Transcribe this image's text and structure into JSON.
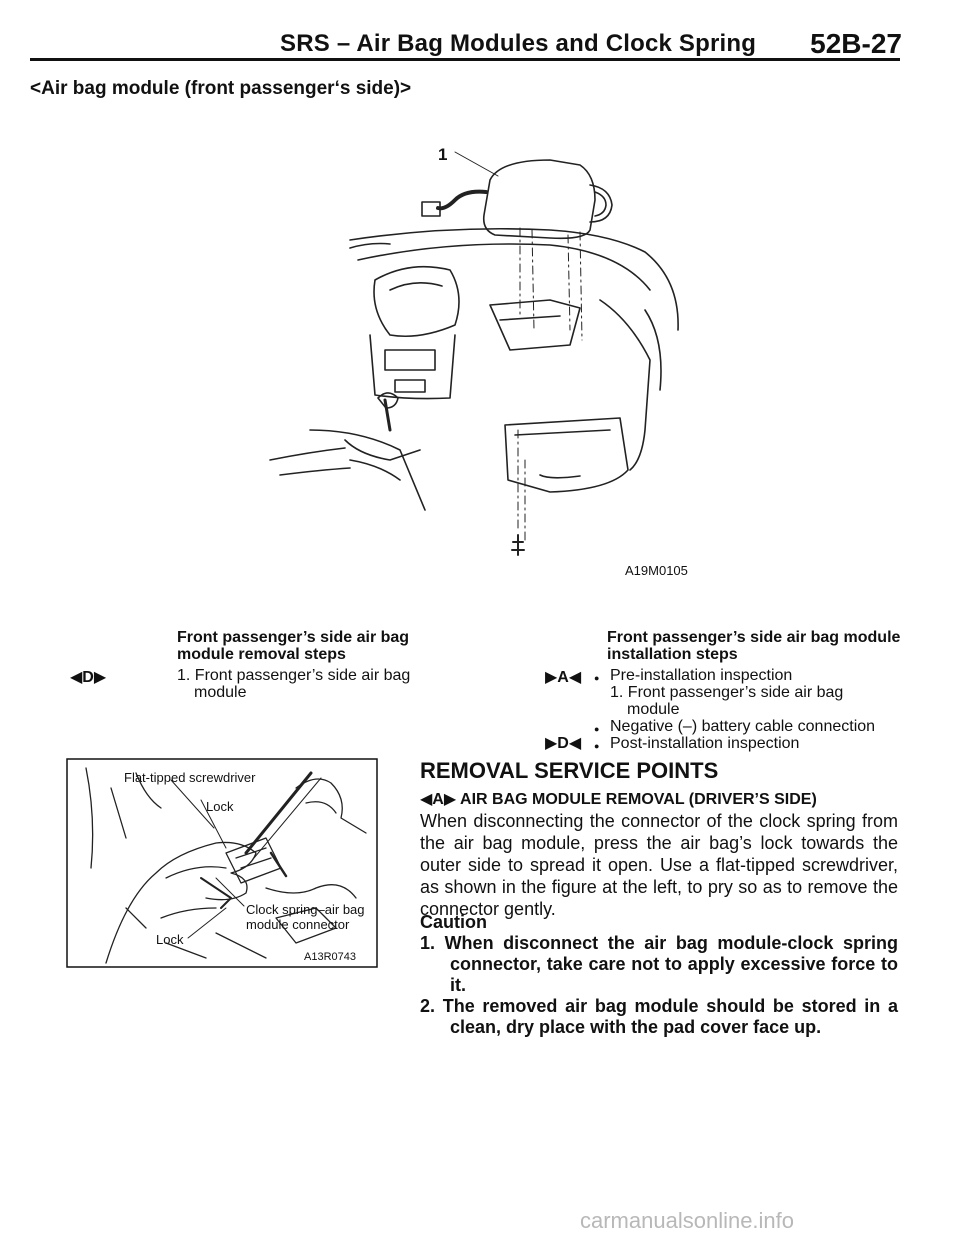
{
  "header": {
    "title": "SRS – Air Bag Modules and Clock Spring",
    "page_number": "52B-27"
  },
  "section_heading": "<Air bag module (front passenger‘s side)>",
  "figure1": {
    "callout": "1",
    "code": "A19M0105"
  },
  "removal": {
    "title": "Front passenger’s side air bag module removal steps",
    "marker": "◀D▶",
    "item_line1": "1. Front passenger’s side air bag",
    "item_line2": "module"
  },
  "installation": {
    "title": "Front passenger’s side air bag module installation steps",
    "marker_a": "▶A◀",
    "marker_d": "▶D◀",
    "items": [
      "Pre-installation inspection",
      "1. Front passenger’s side air bag",
      "module",
      "Negative (–) battery cable connection",
      "Post-installation inspection"
    ]
  },
  "figure2": {
    "label_screwdriver": "Flat-tipped screwdriver",
    "label_lock_top": "Lock",
    "label_connector_line1": "Clock spring–air bag",
    "label_connector_line2": "module connector",
    "label_lock_bottom": "Lock",
    "code": "A13R0743"
  },
  "service": {
    "heading": "REMOVAL SERVICE POINTS",
    "subheading": "◀A▶ AIR BAG MODULE REMOVAL (DRIVER’S SIDE)",
    "paragraph": "When disconnecting the connector of the clock spring from the air bag module, press the air bag’s lock towards the outer side to spread it open. Use a flat-tipped screwdriver, as shown in the figure at the left, to pry so as to remove the connector gently.",
    "caution_label": "Caution",
    "caution_items": [
      "1. When disconnect the air bag module-clock spring connector, take care not to apply excessive force to it.",
      "2. The removed air bag module should be stored in a clean, dry place with the pad cover face up."
    ]
  },
  "watermark": "carmanualsonline.info"
}
